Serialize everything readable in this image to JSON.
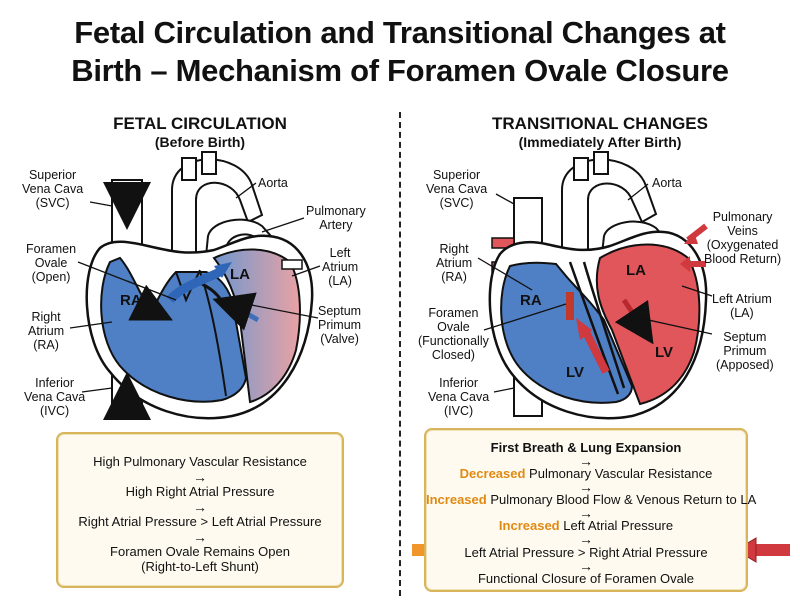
{
  "title_line1": "Fetal Circulation and Transitional Changes at",
  "title_line2": "Birth – Mechanism of Foramen Ovale Closure",
  "left_panel": {
    "heading": "FETAL CIRCULATION",
    "subheading": "(Before Birth)",
    "labels": {
      "svc": [
        "Superior",
        "Vena Cava",
        "(SVC)"
      ],
      "foramen_ovale": [
        "Foramen",
        "Ovale",
        "(Open)"
      ],
      "right_atrium": [
        "Right",
        "Atrium",
        "(RA)"
      ],
      "ivc": [
        "Inferior",
        "Vena Cava",
        "(IVC)"
      ],
      "aorta": "Aorta",
      "pulmonary_artery": [
        "Pulmonary",
        "Artery"
      ],
      "left_atrium": [
        "Left",
        "Atrium",
        "(LA)"
      ],
      "septum_primum": [
        "Septum",
        "Primum",
        "(Valve)"
      ]
    },
    "chambers": {
      "ra": "RA",
      "la": "LA"
    },
    "sequence": [
      "High Pulmonary Vascular Resistance",
      "High Right Atrial Pressure",
      "Right Atrial Pressure > Left Atrial Pressure",
      "Foramen Ovale Remains Open",
      "(Right-to-Left Shunt)"
    ]
  },
  "right_panel": {
    "heading": "TRANSITIONAL CHANGES",
    "subheading": "(Immediately After Birth)",
    "labels": {
      "svc": [
        "Superior",
        "Vena Cava",
        "(SVC)"
      ],
      "right_atrium": [
        "Right",
        "Atrium",
        "(RA)"
      ],
      "foramen_ovale": [
        "Foramen",
        "Ovale",
        "(Functionally",
        "Closed)"
      ],
      "ivc": [
        "Inferior",
        "Vena Cava",
        "(IVC)"
      ],
      "aorta": "Aorta",
      "pulmonary_veins": [
        "Pulmonary",
        "Veins",
        "(Oxygenated",
        "Blood Return)"
      ],
      "left_atrium": [
        "Left Atrium",
        "(LA)"
      ],
      "septum_primum": [
        "Septum",
        "Primum",
        "(Apposed)"
      ]
    },
    "chambers": {
      "ra": "RA",
      "la": "LA",
      "lv": "LV",
      "lv2": "LV"
    },
    "sequence": {
      "s1": "First Breath & Lung Expansion",
      "s2_hi": "Decreased",
      "s2_rest": " Pulmonary Vascular Resistance",
      "s3_hi": "Increased",
      "s3_rest": " Pulmonary Blood Flow & Venous Return to LA",
      "s4_hi": "Increased",
      "s4_rest": " Left Atrial Pressure",
      "s5": "Left Atrial Pressure > Right Atrial Pressure",
      "s6": "Functional Closure of Foramen Ovale"
    }
  },
  "colors": {
    "deoxygenated": "#4f7fc4",
    "oxygenated": "#e0565a",
    "highlight": "#e08a12",
    "box_border": "#d8b45a"
  }
}
